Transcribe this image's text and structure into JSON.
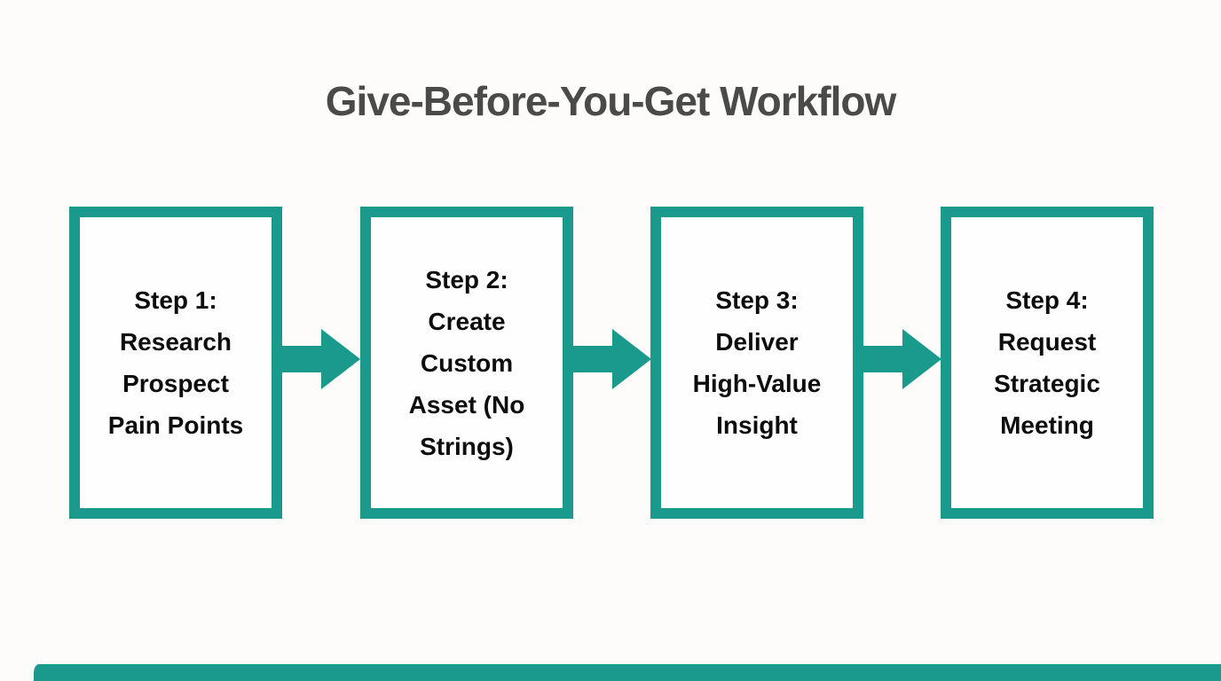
{
  "title": "Give-Before-You-Get Workflow",
  "colors": {
    "teal": "#1a9a8c",
    "title": "#4a4a4a",
    "text": "#0d0d0d",
    "background": "#fdfcfa",
    "box_fill": "#fefefe"
  },
  "icons": {
    "flow_arrow": "right-arrow"
  },
  "steps": [
    {
      "label": "Step 1:\nResearch\nProspect\nPain Points"
    },
    {
      "label": "Step 2:\nCreate\nCustom\nAsset (No\nStrings)"
    },
    {
      "label": "Step 3:\nDeliver\nHigh-Value\nInsight"
    },
    {
      "label": "Step 4:\nRequest\nStrategic\nMeeting"
    }
  ]
}
